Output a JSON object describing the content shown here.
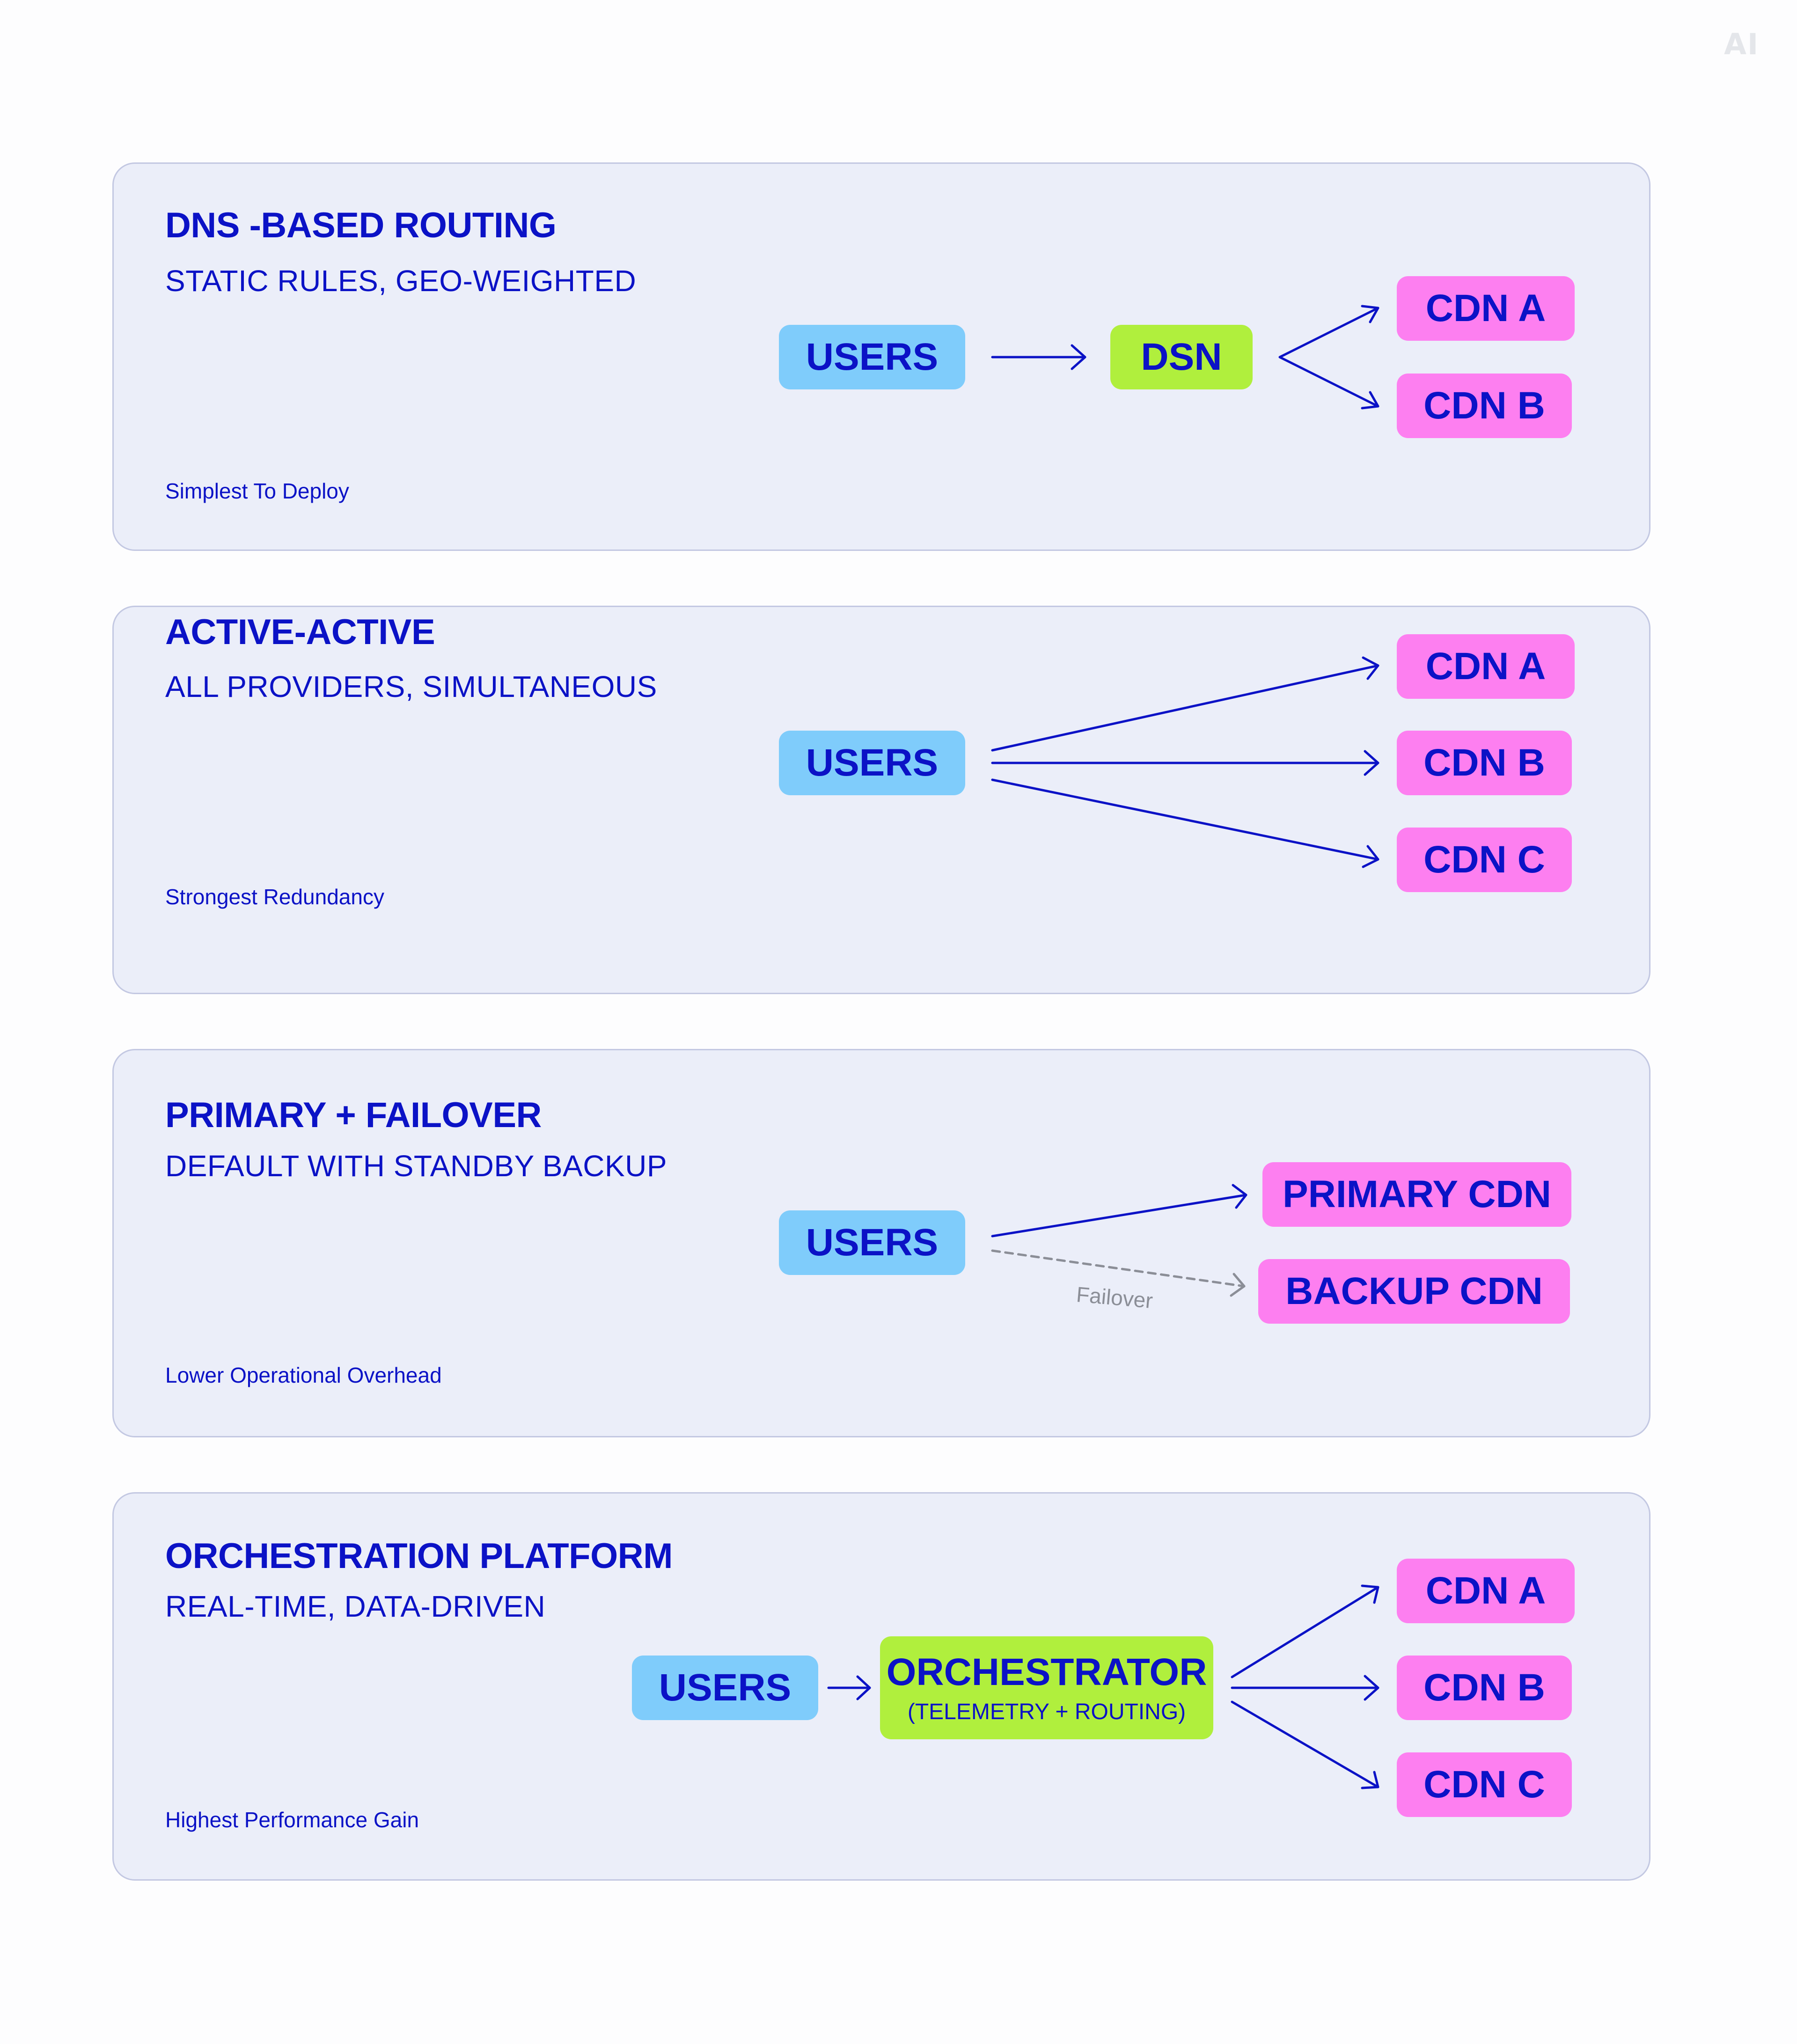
{
  "logo": "AI",
  "sections": [
    {
      "title": "DNS -BASED ROUTING",
      "subtitle": "STATIC RULES, GEO-WEIGHTED",
      "note": "Simplest To Deploy",
      "users": "USERS",
      "router": "DSN",
      "cdns": [
        "CDN A",
        "CDN B"
      ]
    },
    {
      "title": "ACTIVE-ACTIVE",
      "subtitle": "ALL PROVIDERS, SIMULTANEOUS",
      "note": "Strongest Redundancy",
      "users": "USERS",
      "cdns": [
        "CDN A",
        "CDN B",
        "CDN C"
      ]
    },
    {
      "title": "PRIMARY + FAILOVER",
      "subtitle": "DEFAULT WITH STANDBY BACKUP",
      "note": "Lower Operational Overhead",
      "users": "USERS",
      "cdns": [
        "PRIMARY CDN",
        "BACKUP CDN"
      ],
      "failover_label": "Failover"
    },
    {
      "title": "ORCHESTRATION PLATFORM",
      "subtitle": "REAL-TIME, DATA-DRIVEN",
      "note": "Highest Performance Gain",
      "users": "USERS",
      "router": "ORCHESTRATOR",
      "router_sub": "(TELEMETRY + ROUTING)",
      "cdns": [
        "CDN A",
        "CDN B",
        "CDN C"
      ]
    }
  ],
  "colors": {
    "text": "#0b12c6",
    "card_bg": "#ebeef9",
    "users": "#7fccfb",
    "router": "#b0ef3d",
    "cdn": "#fd7ff0",
    "failover": "#8b8e97"
  }
}
